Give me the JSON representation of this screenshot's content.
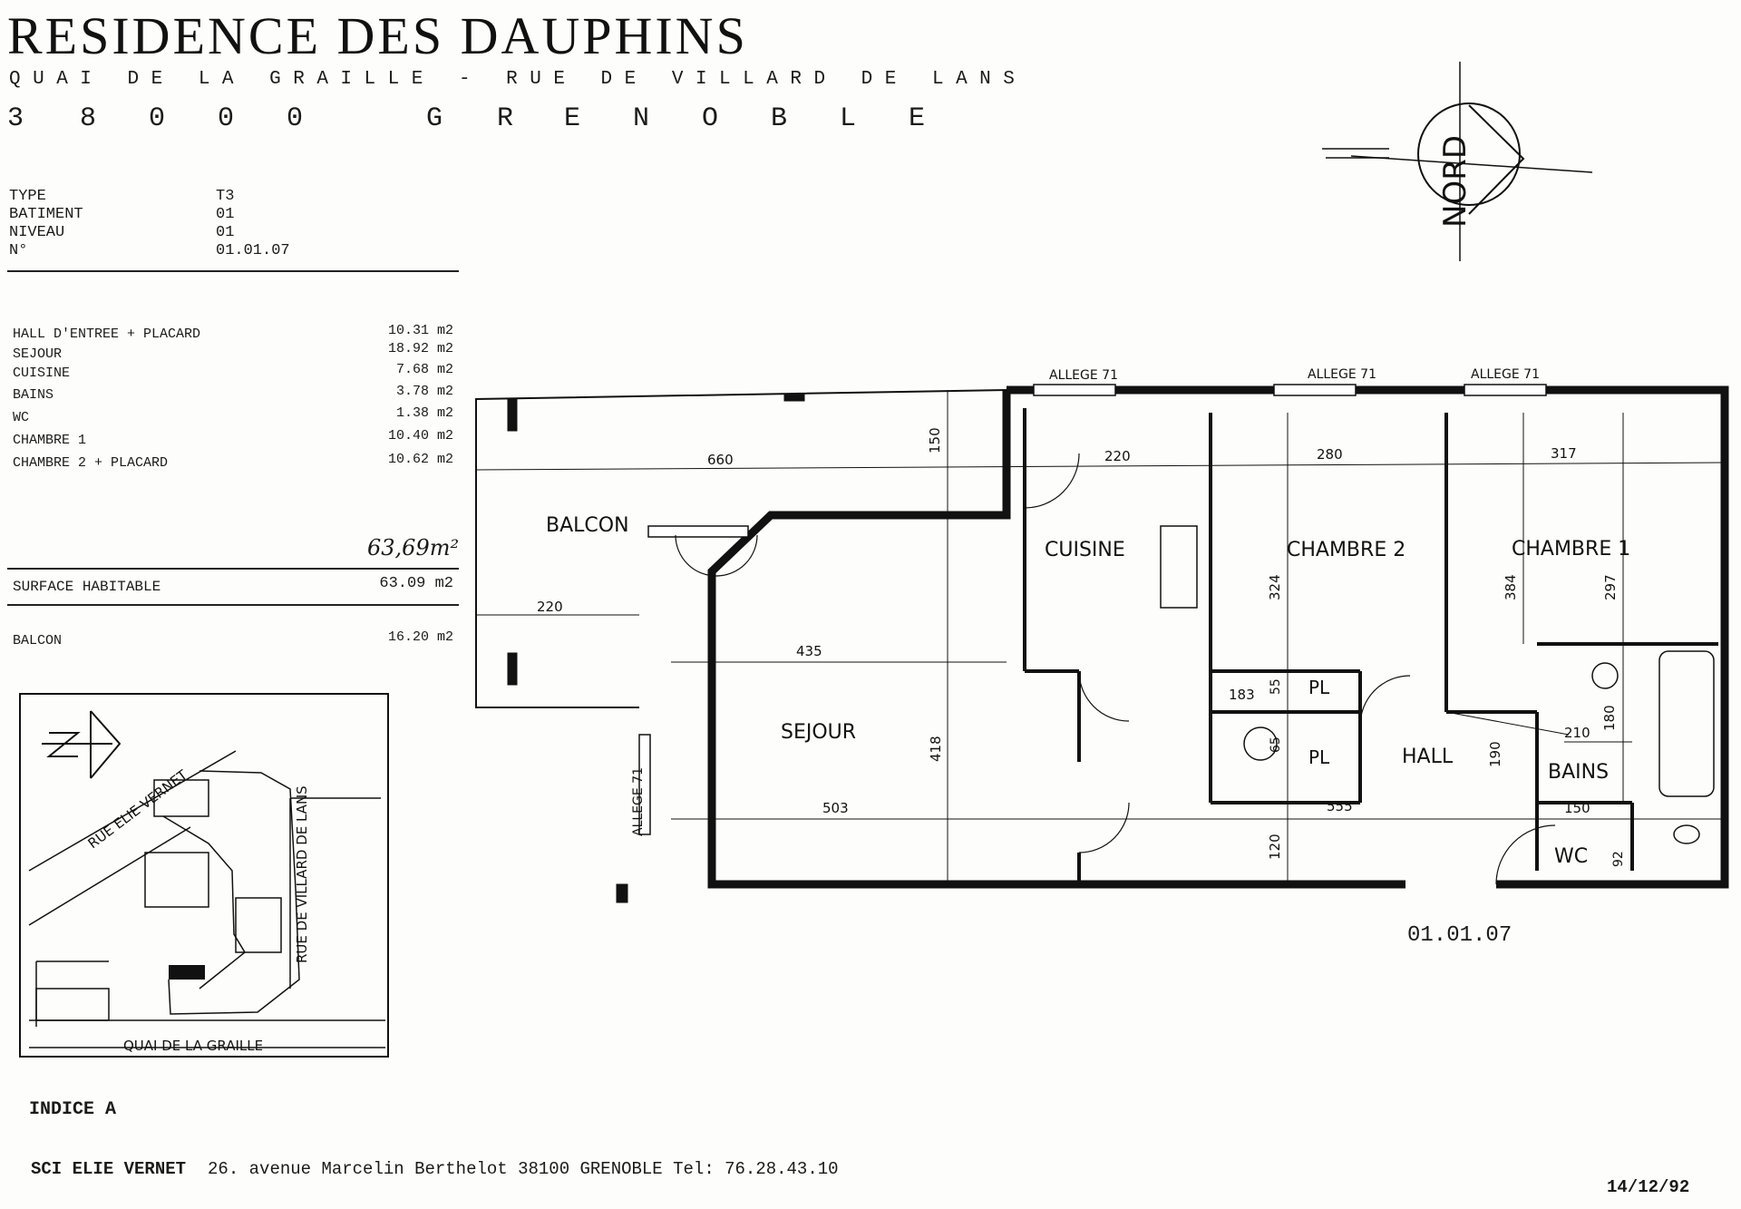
{
  "header": {
    "title": "RESIDENCE DES DAUPHINS",
    "address_line1": "QUAI DE LA GRAILLE - RUE DE VILLARD DE LANS",
    "postcode": [
      "3",
      "8",
      "0",
      "0",
      "0"
    ],
    "city": [
      "G",
      "R",
      "E",
      "N",
      "O",
      "B",
      "L",
      "E"
    ]
  },
  "meta": {
    "labels": [
      "TYPE",
      "BATIMENT",
      "NIVEAU",
      "N°"
    ],
    "values": [
      "T3",
      "01",
      "01",
      "01.01.07"
    ]
  },
  "rooms": [
    {
      "name": "HALL D'ENTREE + PLACARD",
      "area": "10.31 m2"
    },
    {
      "name": "SEJOUR",
      "area": "18.92 m2"
    },
    {
      "name": "CUISINE",
      "area": "7.68 m2"
    },
    {
      "name": "BAINS",
      "area": "3.78 m2"
    },
    {
      "name": "WC",
      "area": "1.38 m2"
    },
    {
      "name": "CHAMBRE 1",
      "area": "10.40 m2"
    },
    {
      "name": "CHAMBRE 2 + PLACARD",
      "area": "10.62 m2"
    }
  ],
  "handwritten_total": "63,69m²",
  "surface": {
    "label": "SURFACE HABITABLE",
    "value": "63.09 m2"
  },
  "balcon_area": {
    "label": "BALCON",
    "value": "16.20 m2"
  },
  "compass": {
    "label": "NORD"
  },
  "site_plan": {
    "north_symbol": "N",
    "streets": {
      "rue_elie_vernet": "RUE ELIE VERNET",
      "rue_villard": "RUE DE VILLARD DE LANS",
      "quai": "QUAI DE LA GRAILLE"
    }
  },
  "plan": {
    "rooms": {
      "balcon": "BALCON",
      "sejour": "SEJOUR",
      "cuisine": "CUISINE",
      "chambre2": "CHAMBRE 2",
      "chambre1": "CHAMBRE 1",
      "hall": "HALL",
      "bains": "BAINS",
      "wc": "WC",
      "pl1": "PL",
      "pl2": "PL"
    },
    "allege": [
      "ALLEGE 71",
      "ALLEGE 71",
      "ALLEGE 71",
      "ALLEGE 71"
    ],
    "dims": {
      "d660": "660",
      "d150": "150",
      "d220a": "220",
      "d280": "280",
      "d317": "317",
      "d220b": "220",
      "d435": "435",
      "d418": "418",
      "d503": "503",
      "d555": "555",
      "d324": "324",
      "d384": "384",
      "d297": "297",
      "d183": "183",
      "d55": "55",
      "d65": "65",
      "d190": "190",
      "d210": "210",
      "d180": "180",
      "d150b": "150",
      "d92": "92",
      "d120": "120"
    },
    "plan_number": "01.01.07"
  },
  "indice": "INDICE A",
  "footer": {
    "company": "SCI ELIE VERNET",
    "address": "26. avenue Marcelin Berthelot 38100 GRENOBLE Tel: 76.28.43.10"
  },
  "date": "14/12/92"
}
